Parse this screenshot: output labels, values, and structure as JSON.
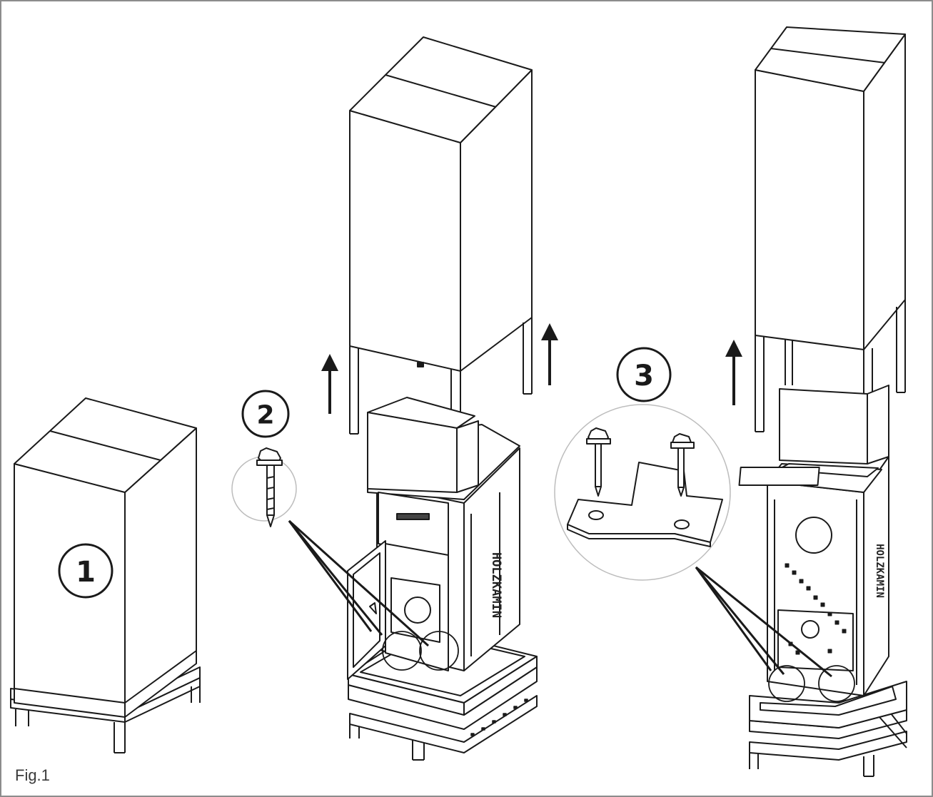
{
  "figure": {
    "caption": "Fig.1",
    "steps": [
      {
        "number": "1"
      },
      {
        "number": "2"
      },
      {
        "number": "3"
      }
    ],
    "brand_text": "HOLZKAMIN",
    "colors": {
      "line": "#1a1a1a",
      "fill": "#ffffff",
      "frame": "#8c8c8c",
      "callout": "#bdbdbd"
    }
  }
}
